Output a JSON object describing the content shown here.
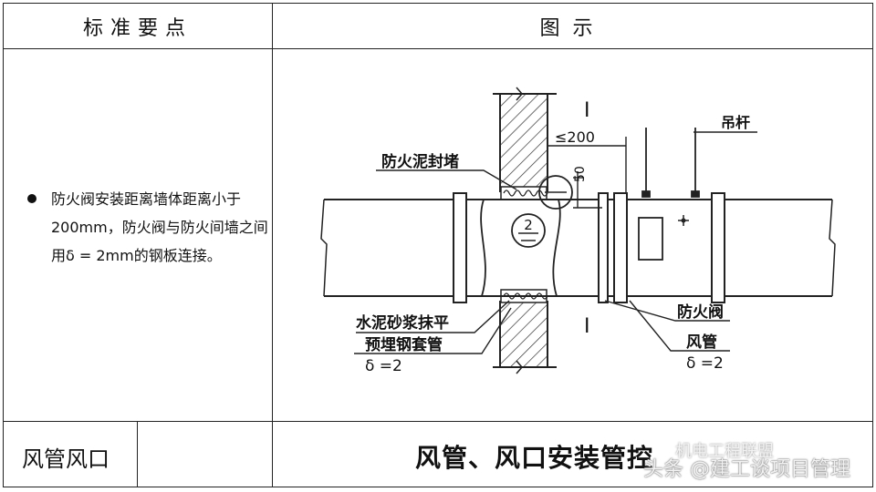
{
  "table": {
    "header_left": "标准要点",
    "header_right": "图示",
    "standard_text": "防火阀安装距离墙体距离小于200mm，防火阀与防火间墙之间用δ = 2mm的钢板连接。",
    "footer_left": "风管风口",
    "footer_title": "风管、风口安装管控"
  },
  "diagram": {
    "label_fire_mud": "防火泥封堵",
    "label_hanger": "吊杆",
    "label_mortar": "水泥砂浆抹平",
    "label_sleeve": "预埋钢套管",
    "label_sleeve_delta": "δ =2",
    "label_damper": "防火阀",
    "label_duct": "风管",
    "label_duct_delta": "δ =2",
    "dim_200": "≤200",
    "dim_50": "50",
    "section_mark": "I",
    "detail_number": "2"
  },
  "watermark": {
    "line1": "头条 @建工谈项目管理",
    "line2": "机电工程联盟"
  }
}
